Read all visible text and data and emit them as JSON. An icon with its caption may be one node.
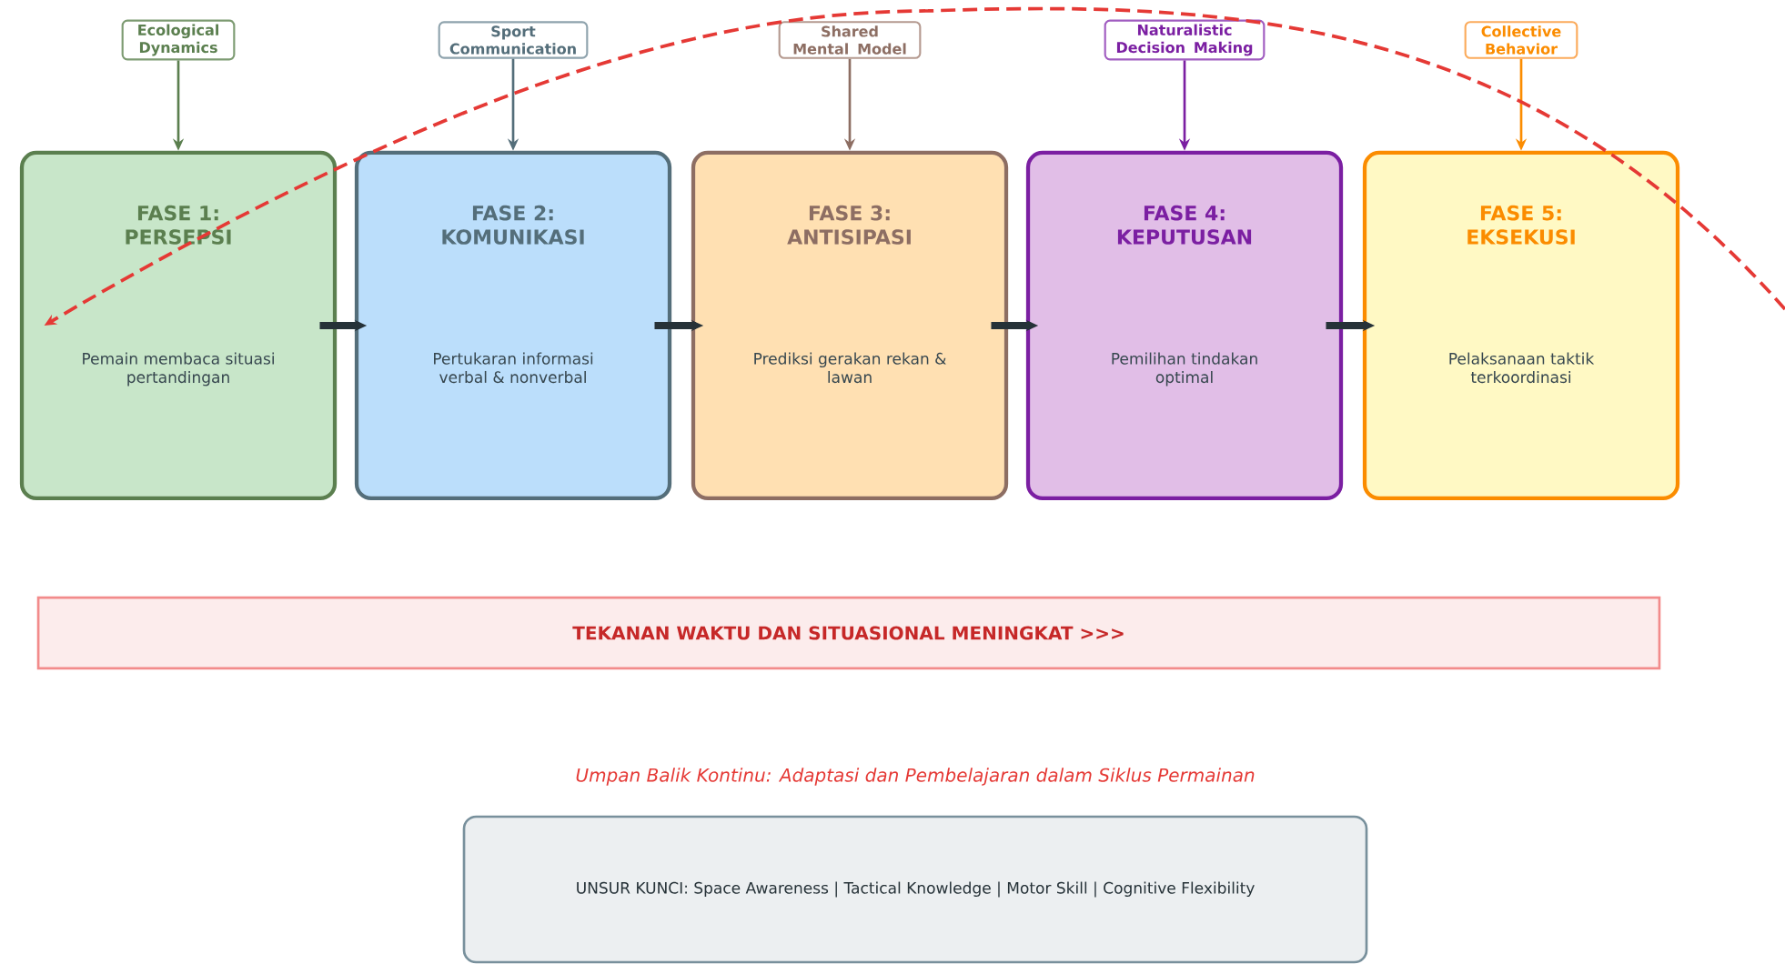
{
  "diagram": {
    "nodes": [
      {
        "text": [
          "FASE 1: PERSEPSI",
          "Pemain membaca situasi pertandingan"
        ]
      },
      {
        "text": [
          "FASE 2: KOMUNIKASI",
          "Pertukaran informasi verbal & nonverbal"
        ]
      },
      {
        "text": [
          "FASE 3: ANTISIPASI",
          "Prediksi gerakan rekan & lawan"
        ]
      },
      {
        "text": [
          "FASE 4: KEPUTUSAN",
          "Pemilihan tindakan optimal"
        ]
      },
      {
        "text": [
          "FASE 5: EKSEKUSI",
          "Pelaksanaan taktik terkoordinasi"
        ]
      },
      {
        "text": [
          "Ecological Dynamics"
        ]
      },
      {
        "text": [
          "Sport Communication"
        ]
      },
      {
        "text": [
          "Shared Mental Model"
        ]
      },
      {
        "text": [
          "Naturalistic Decision Making"
        ]
      },
      {
        "text": [
          "Collective Behavior"
        ]
      },
      {
        "text": [
          "TEKANAN WAKTU DAN SITUASIONAL MENINGKAT  >>>"
        ]
      },
      {
        "text": [
          "UNSUR KUNCI: Space Awareness | Tactical Knowledge | Motor Skill | Cognitive Flexibility"
        ]
      }
    ],
    "edges": [
      {
        "from": 0,
        "to": 1,
        "arrow": "to",
        "style": "thick",
        "color": "#263238"
      },
      {
        "from": 1,
        "to": 2,
        "arrow": "to",
        "style": "thick",
        "color": "#263238"
      },
      {
        "from": 2,
        "to": 3,
        "arrow": "to",
        "style": "thick",
        "color": "#263238"
      },
      {
        "from": 3,
        "to": 4,
        "arrow": "to",
        "style": "thick",
        "color": "#263238"
      },
      {
        "from": 5,
        "to": 0,
        "arrow": "to",
        "color": "#5b7f4f"
      },
      {
        "from": 6,
        "to": 1,
        "arrow": "to",
        "color": "#546e7a"
      },
      {
        "from": 7,
        "to": 2,
        "arrow": "to",
        "color": "#8d6e63"
      },
      {
        "from": 8,
        "to": 3,
        "arrow": "to",
        "color": "#7b1fa2"
      },
      {
        "from": 9,
        "to": 4,
        "arrow": "to",
        "color": "#fb8c00"
      },
      {
        "from": null,
        "to": 0,
        "arrow": "to",
        "style": "dashed",
        "color": "#e53935"
      }
    ],
    "labels": [
      "Umpan Balik Kontinu: Adaptasi dan Pembelajaran dalam Siklus Permainan"
    ]
  }
}
